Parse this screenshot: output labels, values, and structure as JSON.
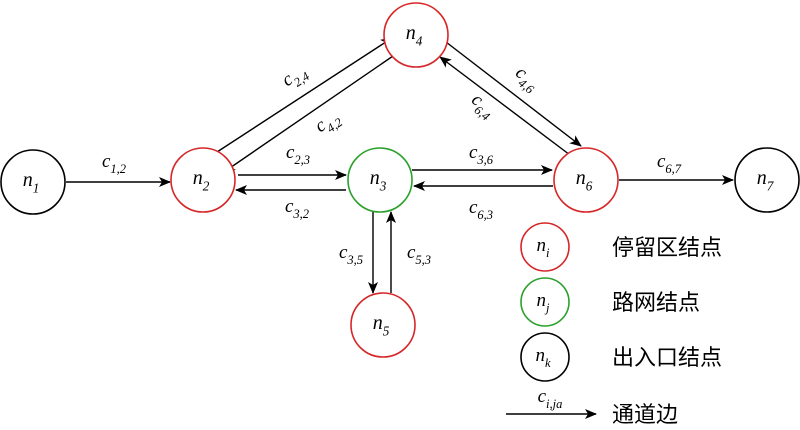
{
  "colors": {
    "stop_area": "#d62728",
    "road_network": "#2ca02c",
    "entrance_exit": "#000000",
    "edge": "#000000"
  },
  "nodes": [
    {
      "id": "n1",
      "base": "n",
      "sub": "1",
      "kind": "entrance_exit"
    },
    {
      "id": "n2",
      "base": "n",
      "sub": "2",
      "kind": "stop_area"
    },
    {
      "id": "n3",
      "base": "n",
      "sub": "3",
      "kind": "road_network"
    },
    {
      "id": "n4",
      "base": "n",
      "sub": "4",
      "kind": "stop_area"
    },
    {
      "id": "n5",
      "base": "n",
      "sub": "5",
      "kind": "stop_area"
    },
    {
      "id": "n6",
      "base": "n",
      "sub": "6",
      "kind": "stop_area"
    },
    {
      "id": "n7",
      "base": "n",
      "sub": "7",
      "kind": "entrance_exit"
    }
  ],
  "edges": [
    {
      "from": "n1",
      "to": "n2",
      "base": "c",
      "sub": "1,2"
    },
    {
      "from": "n2",
      "to": "n4",
      "base": "c",
      "sub": "2,4"
    },
    {
      "from": "n4",
      "to": "n2",
      "base": "c",
      "sub": "4,2"
    },
    {
      "from": "n4",
      "to": "n6",
      "base": "c",
      "sub": "4,6"
    },
    {
      "from": "n6",
      "to": "n4",
      "base": "c",
      "sub": "6,4"
    },
    {
      "from": "n2",
      "to": "n3",
      "base": "c",
      "sub": "2,3"
    },
    {
      "from": "n3",
      "to": "n2",
      "base": "c",
      "sub": "3,2"
    },
    {
      "from": "n3",
      "to": "n6",
      "base": "c",
      "sub": "3,6"
    },
    {
      "from": "n6",
      "to": "n3",
      "base": "c",
      "sub": "6,3"
    },
    {
      "from": "n3",
      "to": "n5",
      "base": "c",
      "sub": "3,5"
    },
    {
      "from": "n5",
      "to": "n3",
      "base": "c",
      "sub": "5,3"
    },
    {
      "from": "n6",
      "to": "n7",
      "base": "c",
      "sub": "6,7"
    }
  ],
  "legend": {
    "items": [
      {
        "symbol_base": "n",
        "symbol_sub": "i",
        "kind": "stop_area",
        "label": "停留区结点"
      },
      {
        "symbol_base": "n",
        "symbol_sub": "j",
        "kind": "road_network",
        "label": "路网结点"
      },
      {
        "symbol_base": "n",
        "symbol_sub": "k",
        "kind": "entrance_exit",
        "label": "出入口结点"
      }
    ],
    "edge_item": {
      "symbol_base": "c",
      "symbol_sub": "i,ja",
      "label": "通道边"
    }
  }
}
